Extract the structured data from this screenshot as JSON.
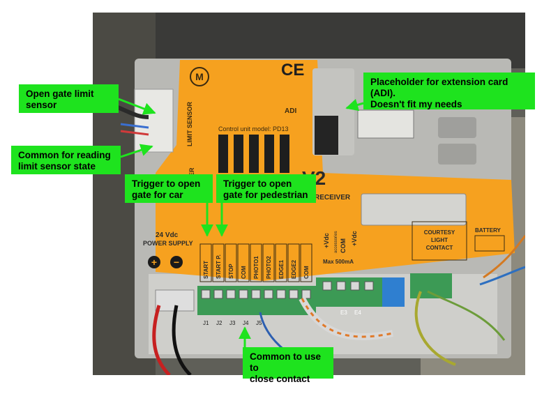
{
  "callouts": {
    "open_limit": "Open gate limit\nsensor",
    "common_limit": "Common for reading\nlimit sensor state",
    "trigger_car": "Trigger to open\ngate for car",
    "trigger_ped": "Trigger to open\ngate for pedestrian",
    "adi": "Placeholder for extension card (ADI).\nDoesn't fit my needs",
    "common_close": "Common to use to\nclose contact"
  },
  "board": {
    "ce": "CE",
    "model": "Control unit model: PD13",
    "limit_sensor": "LIMIT SENSOR",
    "coder": "CODER",
    "motor_symbol": "M",
    "adi_logo": "ADI",
    "receiver": "RECEIVER",
    "v2_logo": "V2",
    "power_volt": "24 Vdc",
    "power_label": "POWER SUPPLY",
    "plus": "+",
    "minus": "−",
    "terminals": [
      "START",
      "START P.",
      "STOP",
      "COM",
      "PHOTO1",
      "PHOTO2",
      "EDGE1",
      "EDGE2",
      "COM"
    ],
    "vdc_left": "+Vdc",
    "com_left": "COM",
    "vdc_right": "+Vdc",
    "accessories": "accessories",
    "max": "Max 500mA",
    "courtesy": "COURTESY\nLIGHT\nCONTACT",
    "battery": "BATTERY",
    "jumpers": [
      "J1",
      "J2",
      "J3",
      "J4",
      "J5"
    ],
    "e_terminals": [
      "E3",
      "E4"
    ]
  },
  "colors": {
    "callout_bg": "#1ee31e",
    "board_orange": "#f6a11f",
    "terminal_green": "#3c9a55",
    "case_grey": "#b9b9b5"
  }
}
